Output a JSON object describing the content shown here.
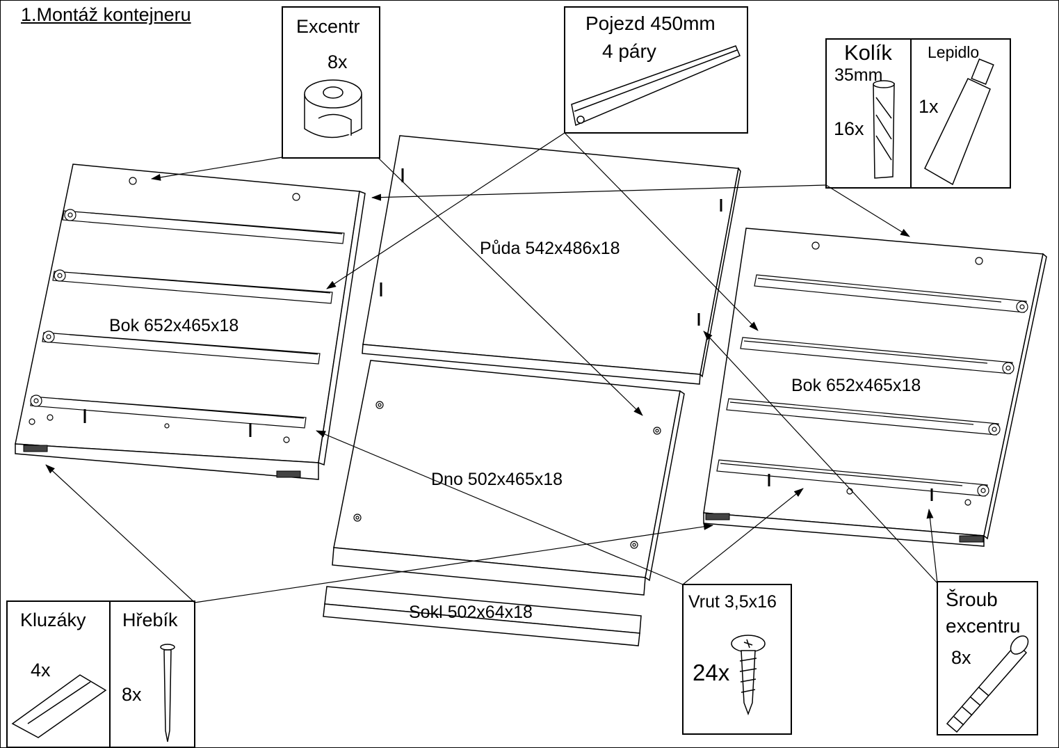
{
  "title": "1.Montáž kontejneru",
  "parts": {
    "bok_left": "Bok 652x465x18",
    "bok_right": "Bok 652x465x18",
    "puda": "Půda 542x486x18",
    "dno": "Dno 502x465x18",
    "sokl": "Sokl 502x64x18"
  },
  "hardware": {
    "excentr": {
      "name": "Excentr",
      "qty": "8x"
    },
    "pojezd": {
      "name": "Pojezd 450mm",
      "qty": "4 páry"
    },
    "kolik": {
      "name": "Kolík",
      "size": "35mm",
      "qty": "16x"
    },
    "lepidlo": {
      "name": "Lepidlo",
      "qty": "1x"
    },
    "kluzaky": {
      "name": "Kluzáky",
      "qty": "4x"
    },
    "hrebik": {
      "name": "Hřebík",
      "qty": "8x"
    },
    "vrut": {
      "name": "Vrut 3,5x16",
      "qty": "24x"
    },
    "sroub": {
      "name_line1": "Šroub",
      "name_line2": "excentru",
      "qty": "8x"
    }
  }
}
